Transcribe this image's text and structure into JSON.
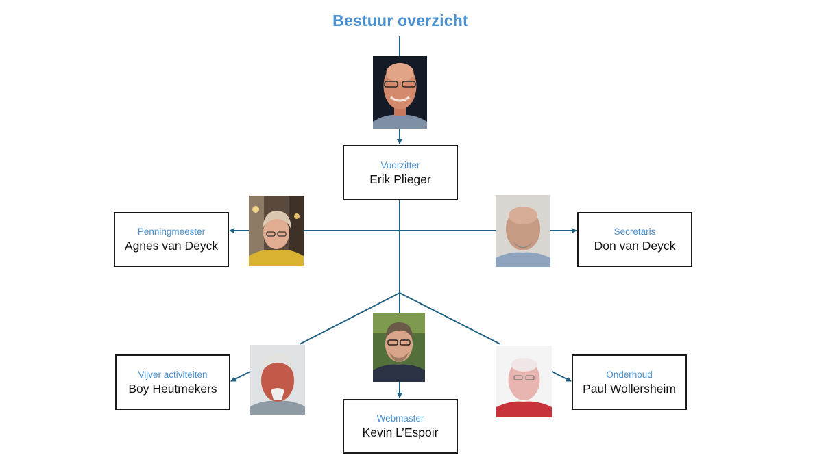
{
  "title": "Bestuur overzicht",
  "colors": {
    "accent": "#4a90d0",
    "connector": "#1f5f80",
    "border": "#1a1a1a"
  },
  "members": {
    "voorzitter": {
      "role": "Voorzitter",
      "name": "Erik Plieger"
    },
    "penning": {
      "role": "Penningmeester",
      "name": "Agnes van Deyck"
    },
    "secretaris": {
      "role": "Secretaris",
      "name": "Don van Deyck"
    },
    "vijver": {
      "role": "Vijver activiteiten",
      "name": "Boy Heutmekers"
    },
    "webmaster": {
      "role": "Webmaster",
      "name": "Kevin L’Espoir"
    },
    "onderhoud": {
      "role": "Onderhoud",
      "name": "Paul Wollersheim"
    }
  }
}
